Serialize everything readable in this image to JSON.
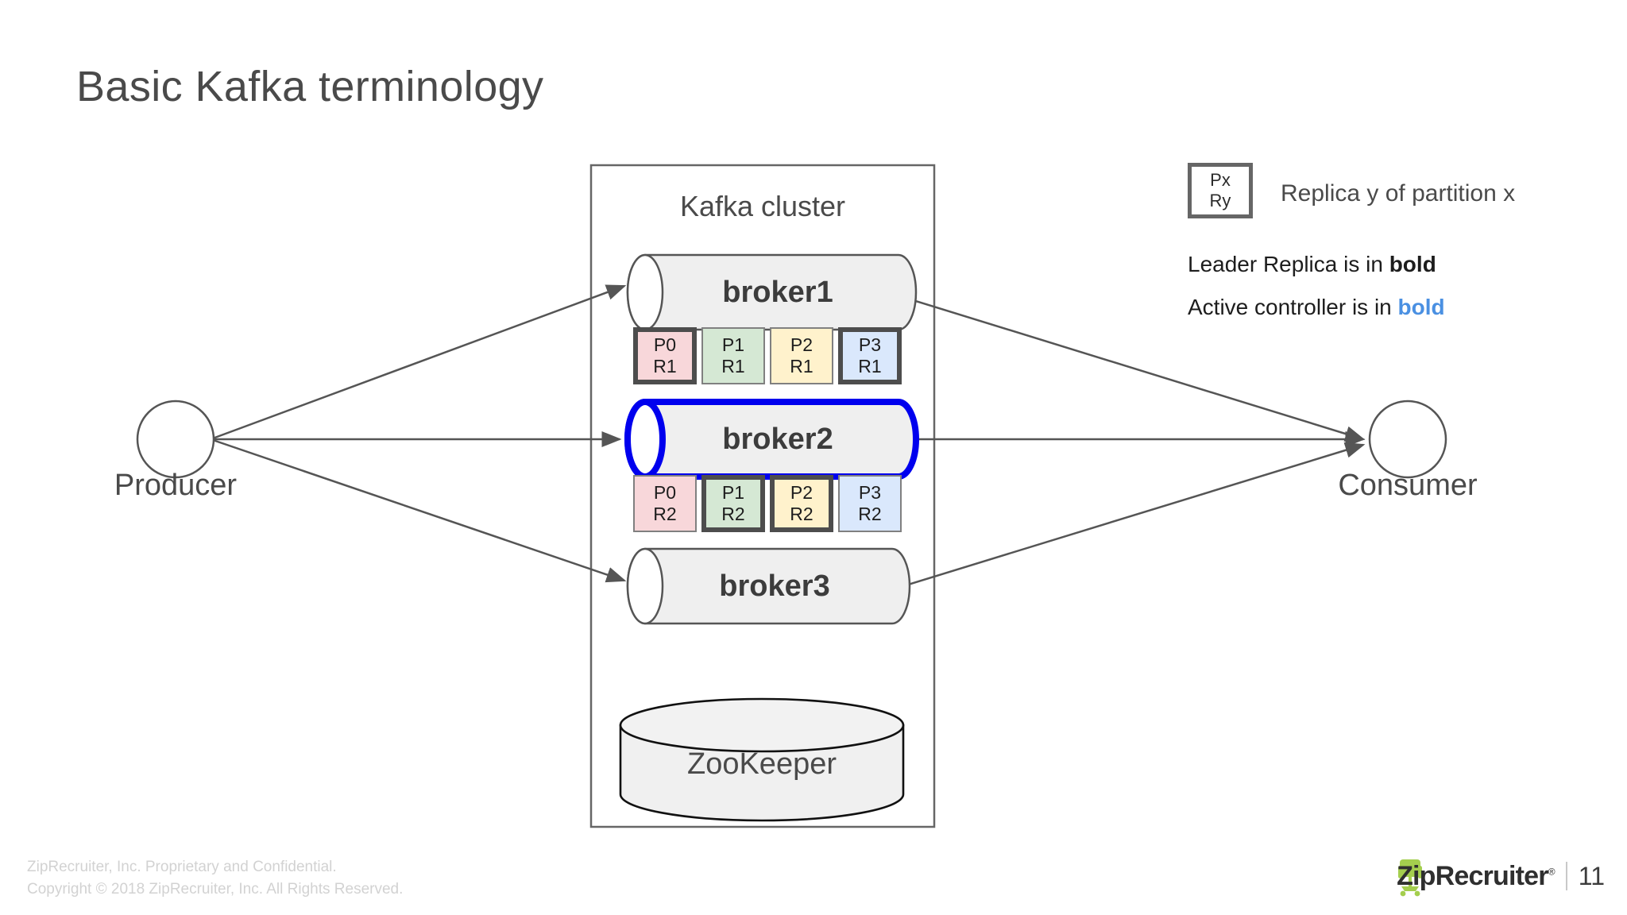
{
  "slide": {
    "title": "Basic Kafka terminology",
    "page_number": "11"
  },
  "nodes": {
    "producer": "Producer",
    "consumer": "Consumer",
    "zookeeper": "ZooKeeper"
  },
  "cluster": {
    "title": "Kafka cluster",
    "brokers": [
      {
        "name": "broker1",
        "active_controller": false
      },
      {
        "name": "broker2",
        "active_controller": true
      },
      {
        "name": "broker3",
        "active_controller": false
      }
    ],
    "replica_rows": [
      {
        "broker": "broker1",
        "cells": [
          {
            "partition": "P0",
            "replica": "R1",
            "color": "#f8d7da",
            "leader": true
          },
          {
            "partition": "P1",
            "replica": "R1",
            "color": "#d5e8d4",
            "leader": false
          },
          {
            "partition": "P2",
            "replica": "R1",
            "color": "#fff2cc",
            "leader": false
          },
          {
            "partition": "P3",
            "replica": "R1",
            "color": "#dae8fc",
            "leader": true
          }
        ]
      },
      {
        "broker": "broker2",
        "cells": [
          {
            "partition": "P0",
            "replica": "R2",
            "color": "#f8d7da",
            "leader": false
          },
          {
            "partition": "P1",
            "replica": "R2",
            "color": "#d5e8d4",
            "leader": true
          },
          {
            "partition": "P2",
            "replica": "R2",
            "color": "#fff2cc",
            "leader": true
          },
          {
            "partition": "P3",
            "replica": "R2",
            "color": "#dae8fc",
            "leader": false
          }
        ]
      }
    ]
  },
  "legend": {
    "box_partition": "Px",
    "box_replica": "Ry",
    "caption": "Replica y of partition x",
    "leader_prefix": "Leader Replica is in ",
    "leader_bold": "bold",
    "controller_prefix": "Active controller is in ",
    "controller_bold": "bold",
    "controller_color": "#4a90e2"
  },
  "footer": {
    "line1": "ZipRecruiter, Inc. Proprietary and Confidential.",
    "line2": "Copyright © 2018 ZipRecruiter, Inc. All Rights Reserved.",
    "brand": "ZipRecruiter",
    "brand_mark": "®",
    "brand_color": "#A4CE4E"
  }
}
